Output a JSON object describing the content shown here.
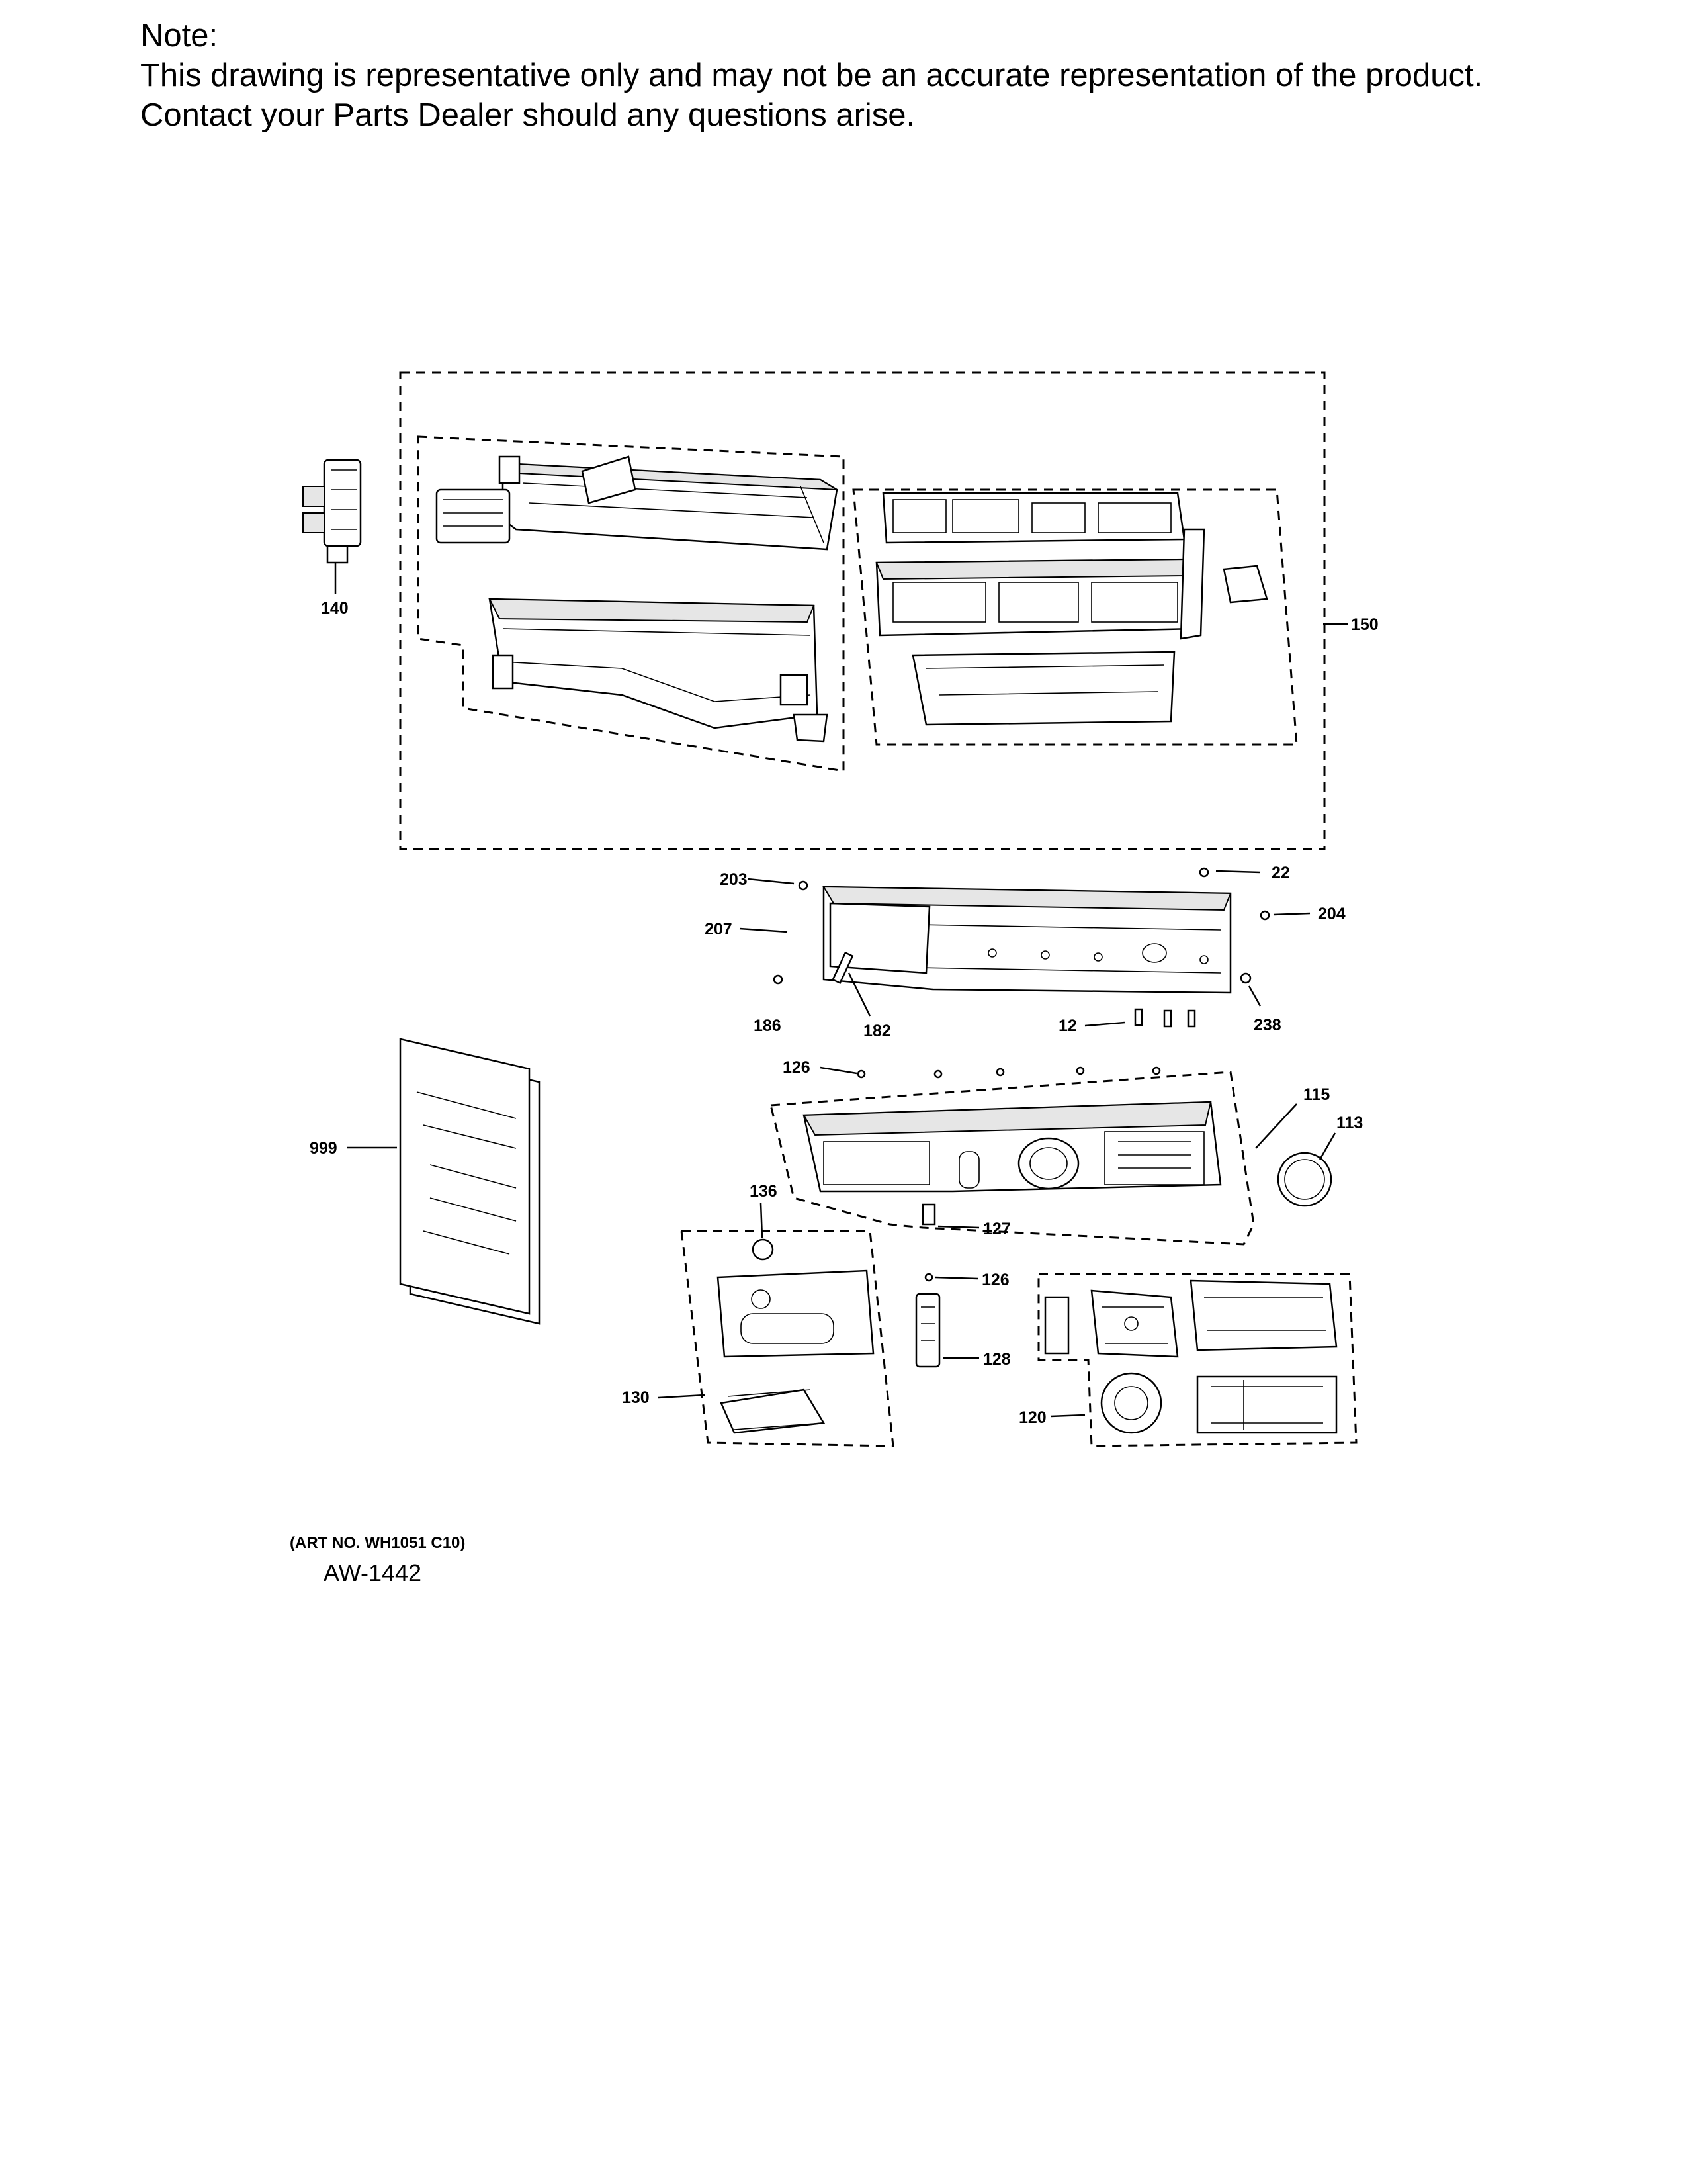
{
  "note": {
    "title": "Note:",
    "line1": "This drawing is representative only and may not be an accurate representation of the product.",
    "line2": "Contact your Parts Dealer should any questions arise."
  },
  "callouts": {
    "p140": "140",
    "p150": "150",
    "p203": "203",
    "p22": "22",
    "p204": "204",
    "p207": "207",
    "p186": "186",
    "p182": "182",
    "p12": "12",
    "p238": "238",
    "p126a": "126",
    "p115": "115",
    "p113": "113",
    "p999": "999",
    "p136": "136",
    "p127": "127",
    "p126b": "126",
    "p128": "128",
    "p130": "130",
    "p120": "120"
  },
  "footer": {
    "art_no": "(ART NO. WH1051 C10)",
    "aw_code": "AW-1442"
  }
}
